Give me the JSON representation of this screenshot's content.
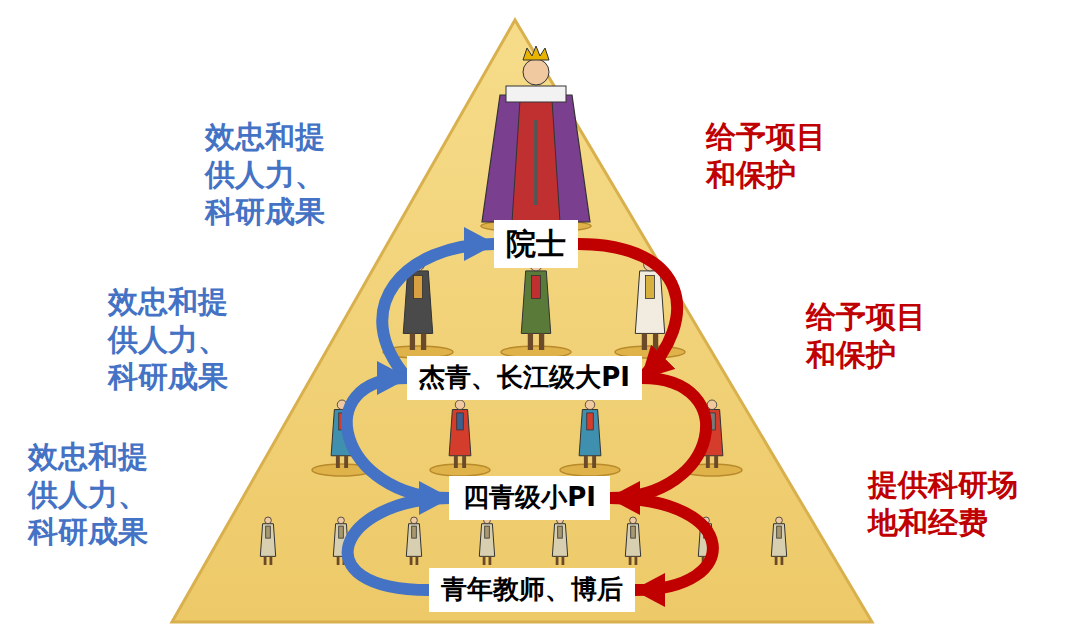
{
  "diagram": {
    "nodes": [
      {
        "text": [
          "院士"
        ]
      },
      {
        "text": [
          "杰青、长江级大PI"
        ]
      },
      {
        "text": [
          "四青级小PI"
        ]
      },
      {
        "text": [
          "青年教师、博后"
        ]
      }
    ],
    "edges": [
      {
        "from": 1,
        "to": 0,
        "arrow": "to",
        "label": "效忠和提供人力、科研成果"
      },
      {
        "from": 2,
        "to": 1,
        "arrow": "to",
        "label": "效忠和提供人力、科研成果"
      },
      {
        "from": 3,
        "to": 2,
        "arrow": "to",
        "label": "效忠和提供人力、科研成果"
      },
      {
        "from": 0,
        "to": 1,
        "arrow": "to",
        "label": "给予项目和保护"
      },
      {
        "from": 1,
        "to": 2,
        "arrow": "to",
        "label": "给予项目和保护"
      },
      {
        "from": 2,
        "to": 3,
        "arrow": "to",
        "label": "提供科研场地和经费"
      }
    ]
  }
}
